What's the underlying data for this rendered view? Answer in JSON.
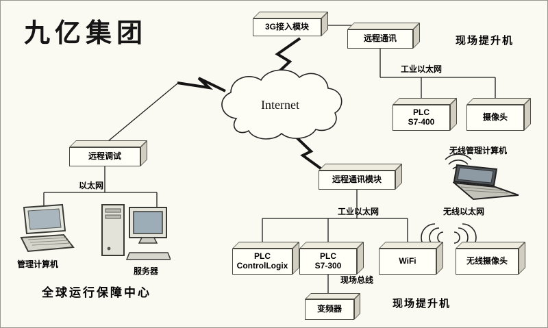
{
  "title": "九亿集团",
  "cloud": {
    "label": "Internet"
  },
  "boxes": {
    "module_3g": {
      "label": "3G接入模块"
    },
    "remote_comm": {
      "label": "远程通讯"
    },
    "plc_s7_400": {
      "line1": "PLC",
      "line2": "S7-400"
    },
    "camera": {
      "label": "摄像头"
    },
    "remote_debug": {
      "label": "远程调试"
    },
    "remote_comm_module": {
      "label": "远程通讯模块"
    },
    "plc_controllogix": {
      "line1": "PLC",
      "line2": "ControlLogix"
    },
    "plc_s7_300": {
      "line1": "PLC",
      "line2": "S7-300"
    },
    "wifi": {
      "label": "WiFi"
    },
    "wireless_camera": {
      "label": "无线摄像头"
    },
    "inverter": {
      "label": "变频器"
    }
  },
  "labels": {
    "site_hoist_top": "现场提升机",
    "industrial_ethernet_top": "工业以太网",
    "ethernet": "以太网",
    "mgmt_computer": "管理计算机",
    "server": "服务器",
    "global_center": "全球运行保障中心",
    "industrial_ethernet_bottom": "工业以太网",
    "fieldbus": "现场总线",
    "site_hoist_bottom": "现场提升机",
    "wireless_mgmt_computer": "无线管理计算机",
    "wireless_ethernet": "无线以太网"
  },
  "icons": {
    "cloud": "internet-cloud",
    "lightning": "lightning-bolt-icon",
    "laptop": "laptop-icon",
    "desktop": "desktop-computer-icon",
    "wireless_laptop": "wireless-laptop-icon",
    "wifi_signal": "wifi-signal-icon",
    "wireless_waves": "wireless-waves-icon"
  },
  "colors": {
    "background": "#fbfaf2",
    "line": "#1a1a1a",
    "box_front": "#fffef7",
    "box_top": "#eeebdf",
    "box_side": "#d2cfc2",
    "cloud_fill": "#fdfcf5",
    "text": "#000000"
  }
}
